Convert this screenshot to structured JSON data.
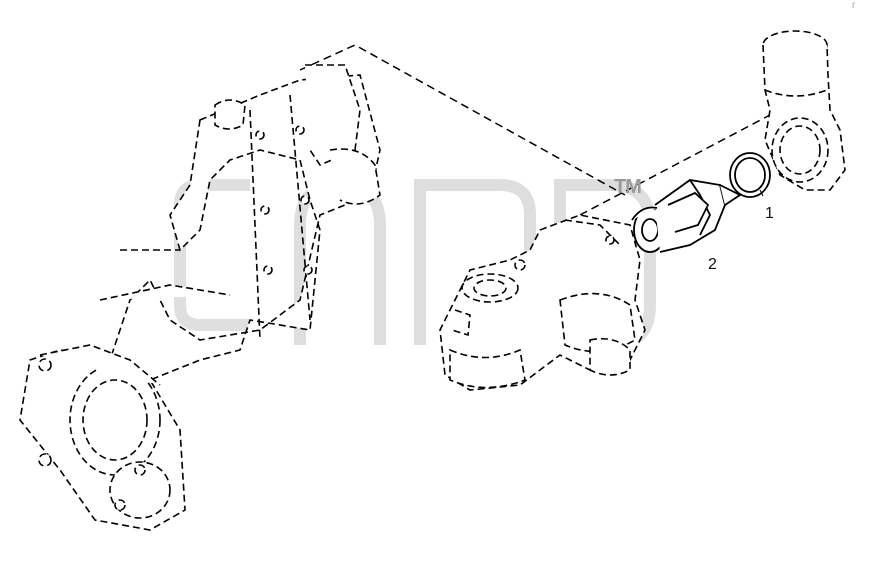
{
  "callouts": [
    {
      "label": "1"
    },
    {
      "label": "2"
    }
  ],
  "watermark": {
    "tm": "TM"
  },
  "corner_mark": "r"
}
